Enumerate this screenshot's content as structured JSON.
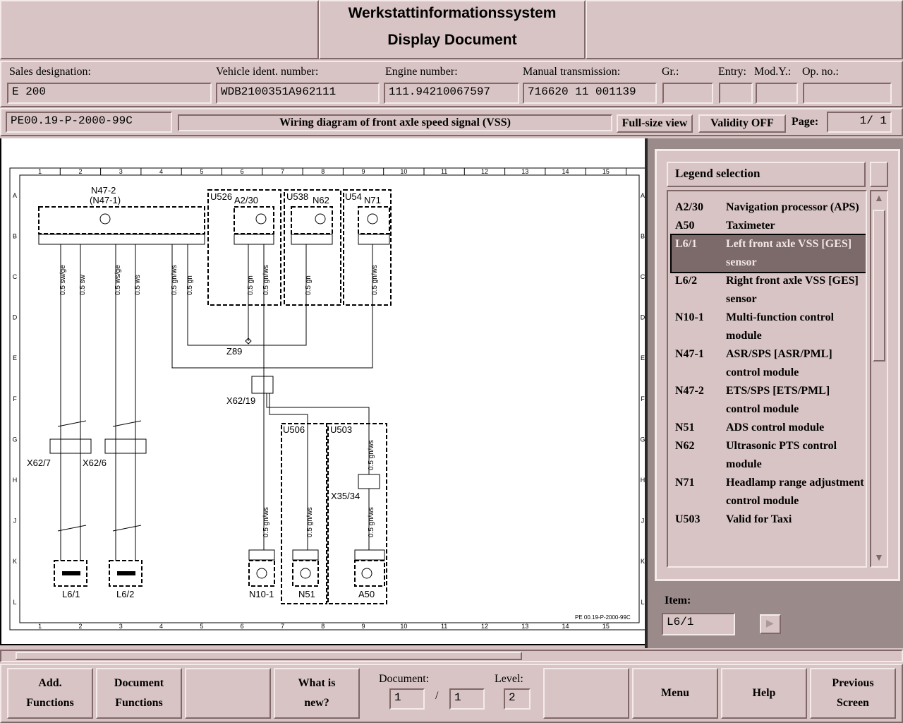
{
  "header": {
    "app_title": "Werkstattinformationssystem",
    "screen_title": "Display Document"
  },
  "vehicle": {
    "sales_designation_label": "Sales designation:",
    "sales_designation": "E 200",
    "vin_label": "Vehicle ident. number:",
    "vin": "WDB2100351A962111",
    "engine_label": "Engine number:",
    "engine": "111.94210067597",
    "transmission_label": "Manual transmission:",
    "transmission": "716620 11 001139",
    "gr_label": "Gr.:",
    "entry_label": "Entry:",
    "mody_label": "Mod.Y.:",
    "opno_label": "Op. no.:"
  },
  "document_bar": {
    "doc_id": "PE00.19-P-2000-99C",
    "doc_title": "Wiring diagram of front axle speed signal (VSS)",
    "fullsize_label": "Full-size view",
    "validity_label": "Validity OFF",
    "page_label": "Page:",
    "page_value": "1/   1"
  },
  "diagram": {
    "columns": [
      "1",
      "2",
      "3",
      "4",
      "5",
      "6",
      "7",
      "8",
      "9",
      "10",
      "11",
      "12",
      "13",
      "14",
      "15"
    ],
    "rows": [
      "A",
      "B",
      "C",
      "D",
      "E",
      "F",
      "G",
      "H",
      "J",
      "K",
      "L"
    ],
    "doc_ref": "PE 00.19-P-2000-99C",
    "labels": {
      "n47": "N47-2",
      "n47b": "(N47-1)",
      "u526": "U526",
      "a230": "A2/30",
      "u538": "U538",
      "n62": "N62",
      "u54": "U54",
      "n71": "N71",
      "z89": "Z89",
      "x62_19": "X62/19",
      "x62_7": "X62/7",
      "x62_6": "X62/6",
      "u506": "U506",
      "u503": "U503",
      "x35_34": "X35/34",
      "l61": "L6/1",
      "l62": "L6/2",
      "n101": "N10-1",
      "n51": "N51",
      "a50": "A50",
      "w1": "0.5 sw/ge",
      "w2": "0.5 sw",
      "w3": "0.5 ws/ge",
      "w4": "0.5 ws",
      "w5": "0.5 gn/ws",
      "w6": "0.5 gn",
      "w7": "0.5 gn",
      "w8": "0.5 gn/ws",
      "w9": "0.5 gn",
      "w10": "0.5 gn/ws",
      "w11": "0.5 gn/ws",
      "w12": "0.5 gn/ws",
      "w13": "0.5 gn/ws",
      "w14": "0.5 gn/ws"
    }
  },
  "legend": {
    "title": "Legend selection",
    "items": [
      {
        "code": "A2/30",
        "desc": "Navigation processor (APS)"
      },
      {
        "code": "A50",
        "desc": "Taximeter"
      },
      {
        "code": "L6/1",
        "desc": "Left front axle VSS [GES] sensor"
      },
      {
        "code": "L6/2",
        "desc": "Right front axle VSS [GES] sensor"
      },
      {
        "code": "N10-1",
        "desc": "Multi-function control module"
      },
      {
        "code": "N47-1",
        "desc": "ASR/SPS [ASR/PML] control module"
      },
      {
        "code": "N47-2",
        "desc": "ETS/SPS [ETS/PML] control module"
      },
      {
        "code": "N51",
        "desc": "ADS control module"
      },
      {
        "code": "N62",
        "desc": "Ultrasonic PTS control module"
      },
      {
        "code": "N71",
        "desc": "Headlamp range adjustment control module"
      },
      {
        "code": "U503",
        "desc": "Valid for Taxi"
      }
    ],
    "selected_index": 2,
    "item_label": "Item:",
    "item_value": "L6/1"
  },
  "footer": {
    "add_functions": "Add.\nFunctions",
    "document_functions": "Document\nFunctions",
    "whats_new": "What is\nnew?",
    "document_label": "Document:",
    "document_current": "1",
    "document_sep": "/",
    "document_total": "1",
    "level_label": "Level:",
    "level_value": "2",
    "menu": "Menu",
    "help": "Help",
    "previous_screen": "Previous\nScreen"
  }
}
